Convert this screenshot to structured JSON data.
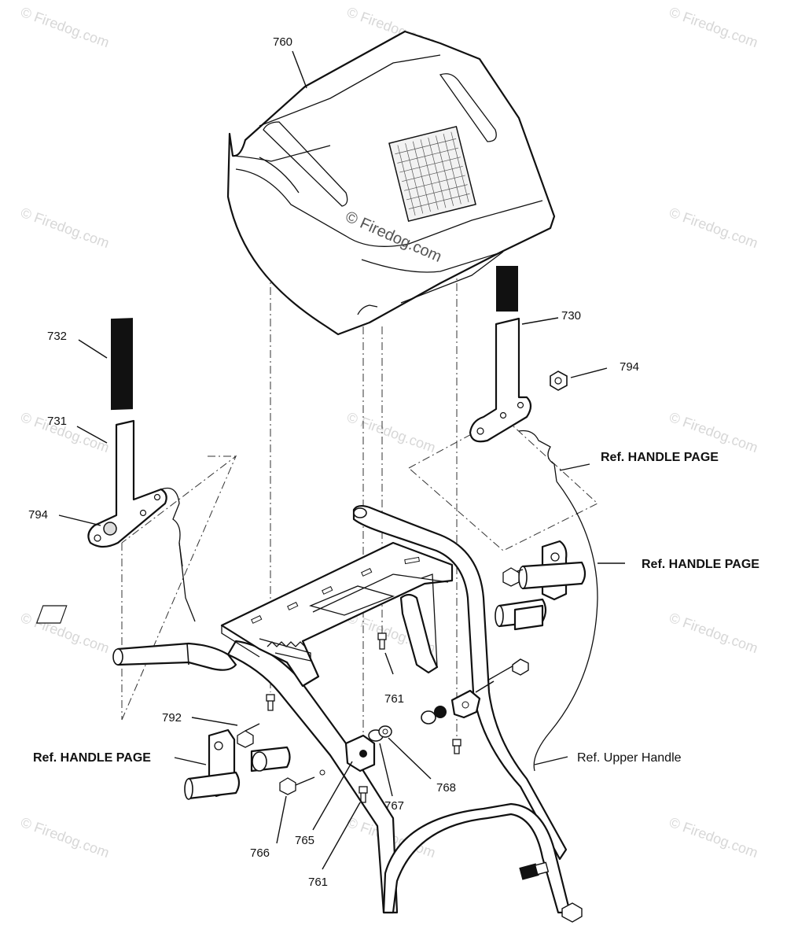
{
  "watermark": {
    "text": "© Firedog.com"
  },
  "callouts": {
    "p760": "760",
    "p732": "732",
    "p731": "731",
    "p794_left": "794",
    "p730": "730",
    "p794_right": "794",
    "p761_upper": "761",
    "p792": "792",
    "p767": "767",
    "p768": "768",
    "p766": "766",
    "p765": "765",
    "p761_lower": "761"
  },
  "references": {
    "handle_page_1": "Ref. HANDLE PAGE",
    "handle_page_2": "Ref. HANDLE PAGE",
    "handle_page_3": "Ref. HANDLE PAGE",
    "upper_handle": "Ref. Upper Handle"
  }
}
